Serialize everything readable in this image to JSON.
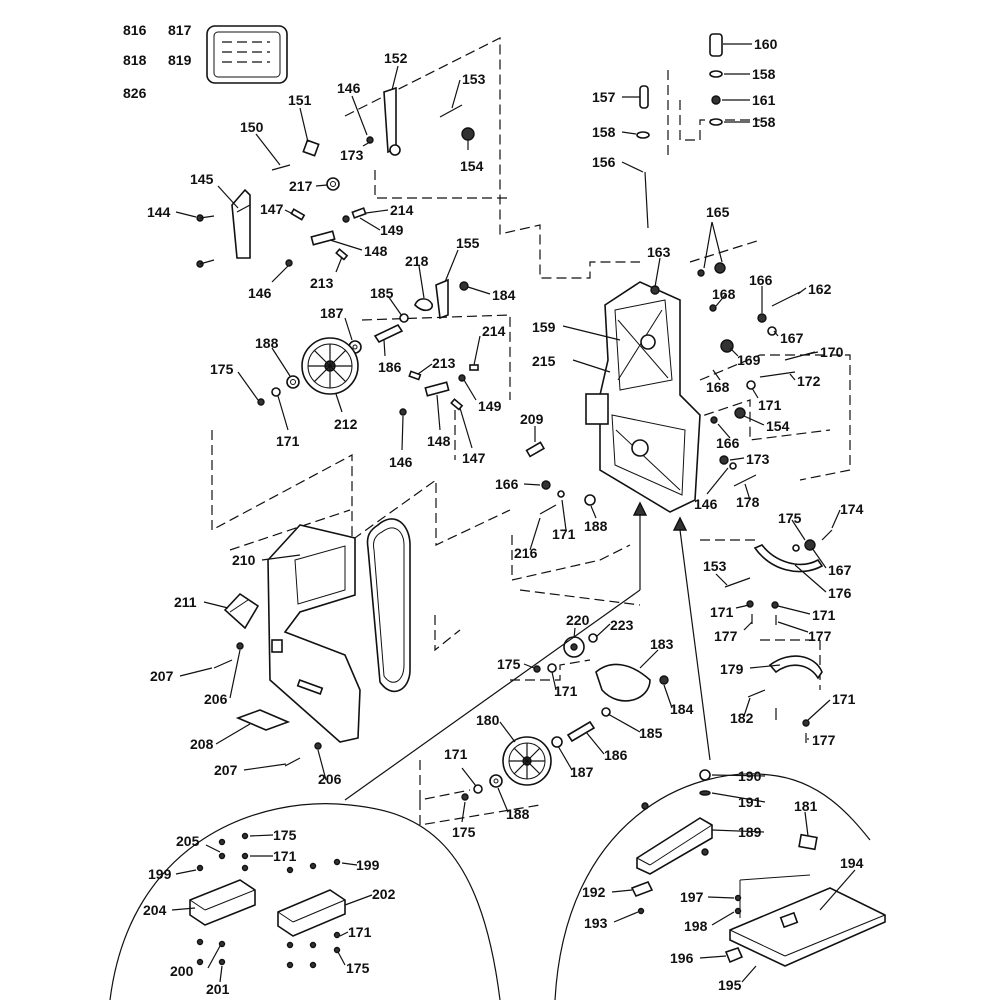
{
  "header_labels": [
    "816",
    "817",
    "818",
    "819",
    "826"
  ],
  "callouts": [
    {
      "id": "p160",
      "text": "160"
    },
    {
      "id": "p158a",
      "text": "158"
    },
    {
      "id": "p161",
      "text": "161"
    },
    {
      "id": "p158b",
      "text": "158"
    },
    {
      "id": "p157",
      "text": "157"
    },
    {
      "id": "p158c",
      "text": "158"
    },
    {
      "id": "p156",
      "text": "156"
    },
    {
      "id": "p152",
      "text": "152"
    },
    {
      "id": "p153",
      "text": "153"
    },
    {
      "id": "p146a",
      "text": "146"
    },
    {
      "id": "p151",
      "text": "151"
    },
    {
      "id": "p150",
      "text": "150"
    },
    {
      "id": "p173a",
      "text": "173"
    },
    {
      "id": "p154a",
      "text": "154"
    },
    {
      "id": "p217",
      "text": "217"
    },
    {
      "id": "p145",
      "text": "145"
    },
    {
      "id": "p144",
      "text": "144"
    },
    {
      "id": "p147a",
      "text": "147"
    },
    {
      "id": "p214a",
      "text": "214"
    },
    {
      "id": "p149a",
      "text": "149"
    },
    {
      "id": "p148a",
      "text": "148"
    },
    {
      "id": "p146b",
      "text": "146"
    },
    {
      "id": "p213a",
      "text": "213"
    },
    {
      "id": "p218",
      "text": "218"
    },
    {
      "id": "p155",
      "text": "155"
    },
    {
      "id": "p184a",
      "text": "184"
    },
    {
      "id": "p185a",
      "text": "185"
    },
    {
      "id": "p187a",
      "text": "187"
    },
    {
      "id": "p186a",
      "text": "186"
    },
    {
      "id": "p188a",
      "text": "188"
    },
    {
      "id": "p175a",
      "text": "175"
    },
    {
      "id": "p171a",
      "text": "171"
    },
    {
      "id": "p212",
      "text": "212"
    },
    {
      "id": "p213b",
      "text": "213"
    },
    {
      "id": "p214b",
      "text": "214"
    },
    {
      "id": "p149b",
      "text": "149"
    },
    {
      "id": "p148b",
      "text": "148"
    },
    {
      "id": "p147b",
      "text": "147"
    },
    {
      "id": "p146c",
      "text": "146"
    },
    {
      "id": "p165",
      "text": "165"
    },
    {
      "id": "p163",
      "text": "163"
    },
    {
      "id": "p166a",
      "text": "166"
    },
    {
      "id": "p162",
      "text": "162"
    },
    {
      "id": "p168a",
      "text": "168"
    },
    {
      "id": "p167a",
      "text": "167"
    },
    {
      "id": "p159",
      "text": "159"
    },
    {
      "id": "p169",
      "text": "169"
    },
    {
      "id": "p170",
      "text": "170"
    },
    {
      "id": "p215",
      "text": "215"
    },
    {
      "id": "p168b",
      "text": "168"
    },
    {
      "id": "p172",
      "text": "172"
    },
    {
      "id": "p171b",
      "text": "171"
    },
    {
      "id": "p154b",
      "text": "154"
    },
    {
      "id": "p209",
      "text": "209"
    },
    {
      "id": "p166b",
      "text": "166"
    },
    {
      "id": "p173b",
      "text": "173"
    },
    {
      "id": "p166c",
      "text": "166"
    },
    {
      "id": "p146d",
      "text": "146"
    },
    {
      "id": "p178",
      "text": "178"
    },
    {
      "id": "p171c",
      "text": "171"
    },
    {
      "id": "p188b",
      "text": "188"
    },
    {
      "id": "p216",
      "text": "216"
    },
    {
      "id": "p175b",
      "text": "175"
    },
    {
      "id": "p174",
      "text": "174"
    },
    {
      "id": "p167b",
      "text": "167"
    },
    {
      "id": "p176",
      "text": "176"
    },
    {
      "id": "p210",
      "text": "210"
    },
    {
      "id": "p211",
      "text": "211"
    },
    {
      "id": "p153b",
      "text": "153"
    },
    {
      "id": "p171d",
      "text": "171"
    },
    {
      "id": "p171e",
      "text": "171"
    },
    {
      "id": "p177a",
      "text": "177"
    },
    {
      "id": "p177b",
      "text": "177"
    },
    {
      "id": "p220",
      "text": "220"
    },
    {
      "id": "p223",
      "text": "223"
    },
    {
      "id": "p183",
      "text": "183"
    },
    {
      "id": "p207a",
      "text": "207"
    },
    {
      "id": "p175c",
      "text": "175"
    },
    {
      "id": "p171f",
      "text": "171"
    },
    {
      "id": "p179",
      "text": "179"
    },
    {
      "id": "p206a",
      "text": "206"
    },
    {
      "id": "p184b",
      "text": "184"
    },
    {
      "id": "p171g",
      "text": "171"
    },
    {
      "id": "p182",
      "text": "182"
    },
    {
      "id": "p208",
      "text": "208"
    },
    {
      "id": "p180",
      "text": "180"
    },
    {
      "id": "p185b",
      "text": "185"
    },
    {
      "id": "p177c",
      "text": "177"
    },
    {
      "id": "p186b",
      "text": "186"
    },
    {
      "id": "p207b",
      "text": "207"
    },
    {
      "id": "p206b",
      "text": "206"
    },
    {
      "id": "p171h",
      "text": "171"
    },
    {
      "id": "p187b",
      "text": "187"
    },
    {
      "id": "p190",
      "text": "190"
    },
    {
      "id": "p191",
      "text": "191"
    },
    {
      "id": "p175d",
      "text": "175"
    },
    {
      "id": "p188c",
      "text": "188"
    },
    {
      "id": "p181",
      "text": "181"
    },
    {
      "id": "p189",
      "text": "189"
    },
    {
      "id": "p205",
      "text": "205"
    },
    {
      "id": "p175e",
      "text": "175"
    },
    {
      "id": "p171i",
      "text": "171"
    },
    {
      "id": "p199a",
      "text": "199"
    },
    {
      "id": "p199b",
      "text": "199"
    },
    {
      "id": "p204",
      "text": "204"
    },
    {
      "id": "p202",
      "text": "202"
    },
    {
      "id": "p194",
      "text": "194"
    },
    {
      "id": "p192",
      "text": "192"
    },
    {
      "id": "p197",
      "text": "197"
    },
    {
      "id": "p193",
      "text": "193"
    },
    {
      "id": "p198",
      "text": "198"
    },
    {
      "id": "p171j",
      "text": "171"
    },
    {
      "id": "p200",
      "text": "200"
    },
    {
      "id": "p175f",
      "text": "175"
    },
    {
      "id": "p196",
      "text": "196"
    },
    {
      "id": "p201",
      "text": "201"
    },
    {
      "id": "p195",
      "text": "195"
    }
  ]
}
